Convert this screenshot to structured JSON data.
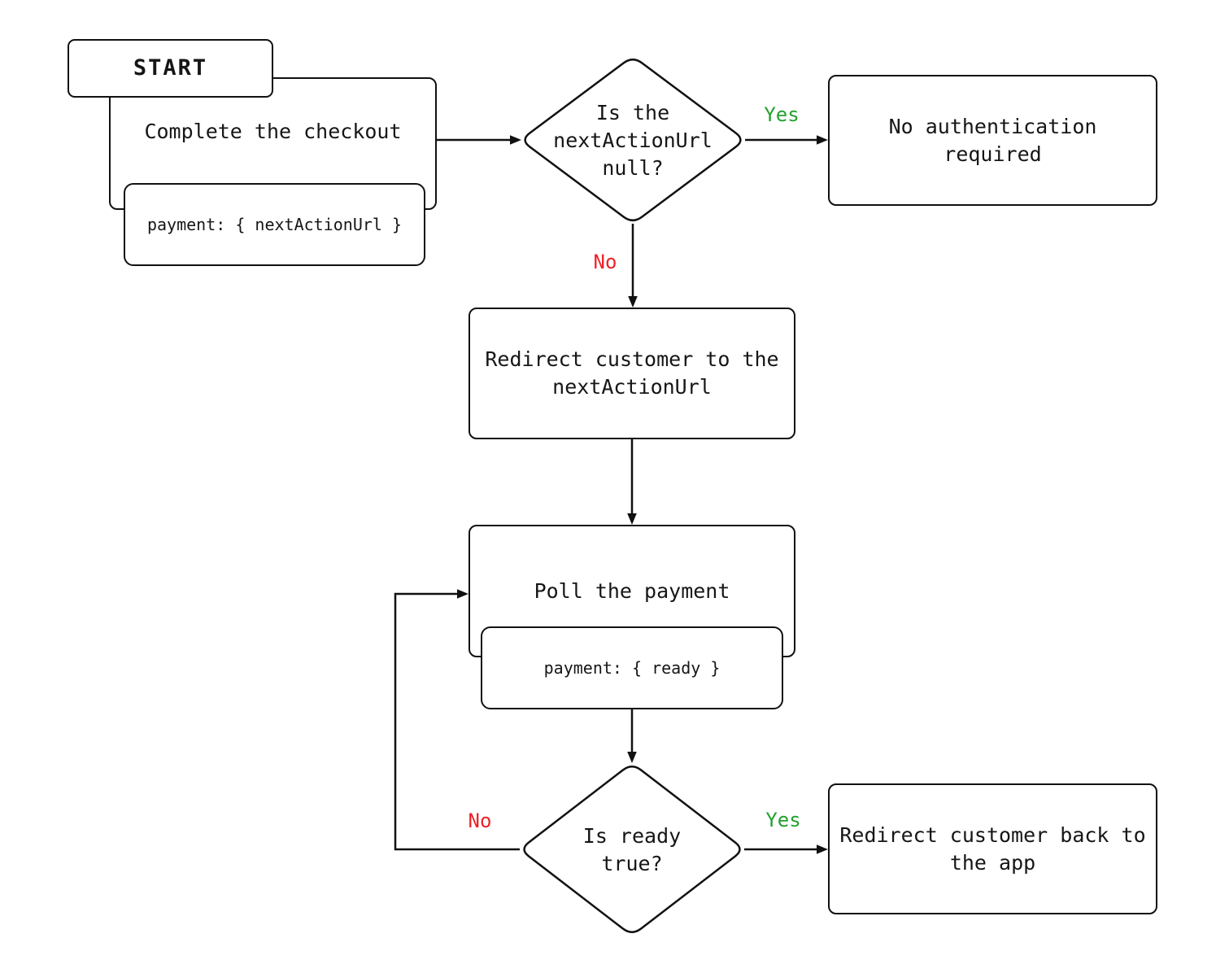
{
  "colors": {
    "line": "#111111",
    "text": "#161616",
    "yes": "#22a12f",
    "no": "#ee2227",
    "fill": "#ffffff"
  },
  "diagram": {
    "nodes": {
      "start": {
        "label": "START"
      },
      "checkout": {
        "label": "Complete the checkout",
        "snippet": "payment: { nextActionUrl }"
      },
      "decision_next_action_url": {
        "label": "Is the\nnextActionUrl\nnull?"
      },
      "no_auth": {
        "label": "No authentication\nrequired"
      },
      "redirect_next_action_url": {
        "label": "Redirect customer to the\nnextActionUrl"
      },
      "poll": {
        "label": "Poll the payment",
        "snippet": "payment: { ready }"
      },
      "decision_ready": {
        "label": "Is ready\ntrue?"
      },
      "redirect_back": {
        "label": "Redirect customer back to\nthe app"
      }
    },
    "edge_labels": {
      "top_yes": "Yes",
      "top_no": "No",
      "bottom_yes": "Yes",
      "bottom_no": "No"
    }
  }
}
